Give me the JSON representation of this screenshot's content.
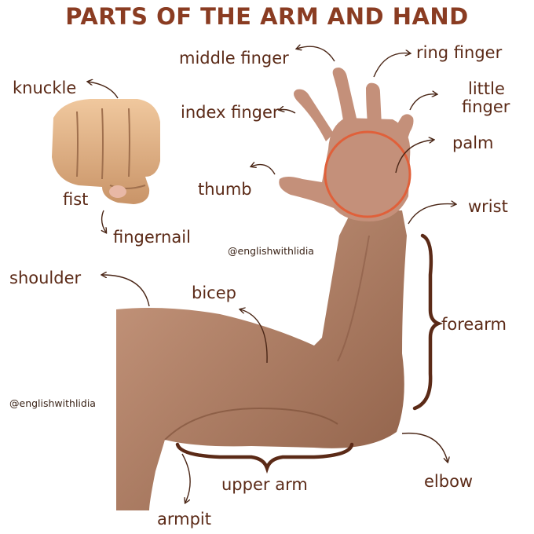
{
  "title": "PARTS OF THE ARM AND HAND",
  "watermark": "@englishwithlidia",
  "labels": {
    "knuckle": "knuckle",
    "fist": "fist",
    "fingernail": "fingernail",
    "middle_finger": "middle finger",
    "ring_finger": "ring finger",
    "little_finger_1": "little",
    "little_finger_2": "finger",
    "index_finger": "index finger",
    "palm": "palm",
    "thumb": "thumb",
    "wrist": "wrist",
    "shoulder": "shoulder",
    "bicep": "bicep",
    "forearm": "forearm",
    "upper_arm": "upper arm",
    "elbow": "elbow",
    "armpit": "armpit"
  },
  "colors": {
    "title": "#8a3c22",
    "label": "#5b2a17",
    "arrow": "#4a2616",
    "palm_circle": "#e0603a",
    "skin": "#b98467"
  }
}
